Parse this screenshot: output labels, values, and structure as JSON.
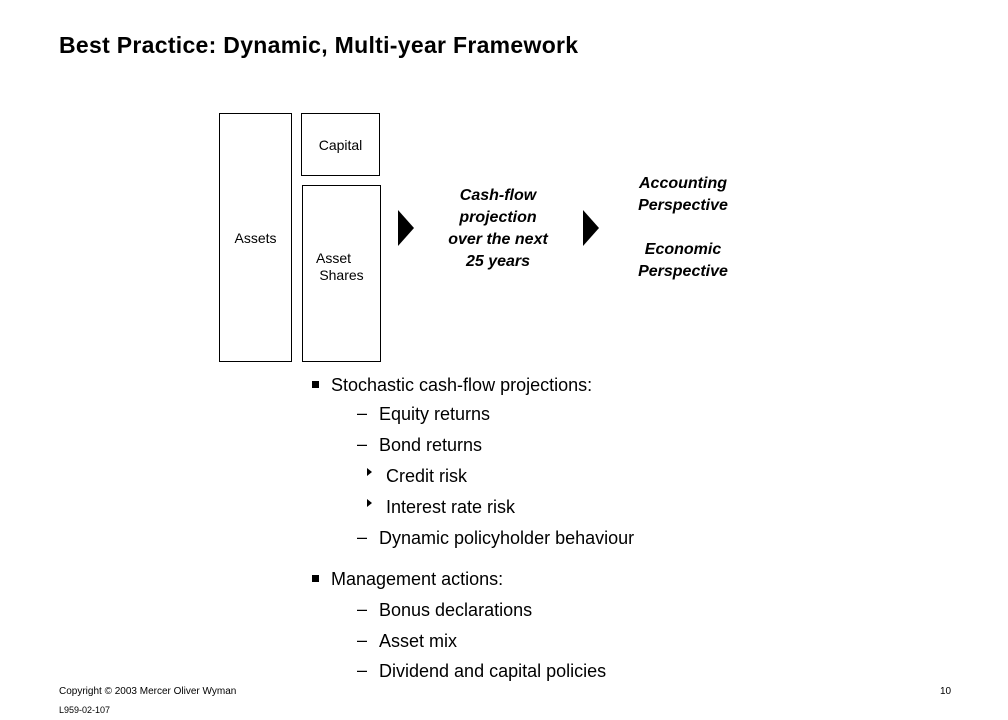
{
  "title": "Best Practice: Dynamic, Multi-year Framework",
  "diagram": {
    "assets_label": "Assets",
    "capital_label": "Capital",
    "asset_shares_line1": "Asset",
    "asset_shares_line2": "Shares",
    "projection_lines": [
      "Cash-flow",
      "projection",
      "over the next",
      "25 years"
    ],
    "accounting_lines": [
      "Accounting",
      "Perspective"
    ],
    "economic_lines": [
      "Economic",
      "Perspective"
    ]
  },
  "bullets": {
    "stochastic": "Stochastic cash-flow projections:",
    "equity": "Equity returns",
    "bond": "Bond returns",
    "credit": "Credit risk",
    "interest": "Interest rate risk",
    "policyholder": "Dynamic policyholder behaviour",
    "management": "Management actions:",
    "bonus": "Bonus declarations",
    "asset_mix": "Asset mix",
    "dividend": "Dividend and capital policies"
  },
  "footer": {
    "copyright": "Copyright © 2003 Mercer Oliver Wyman",
    "page_number": "10",
    "doc_code": "L959-02-107"
  }
}
